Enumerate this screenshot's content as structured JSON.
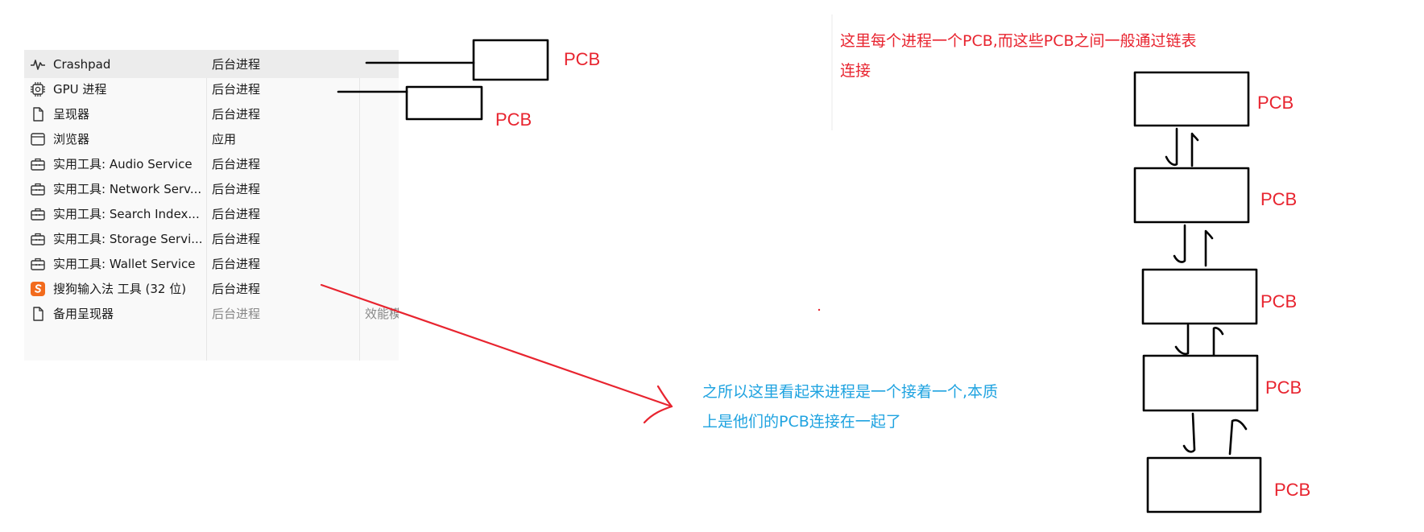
{
  "process_list": {
    "rows": [
      {
        "name": "Crashpad",
        "type": "后台进程",
        "extra": "",
        "icon": "pulse-icon",
        "selected": true
      },
      {
        "name": "GPU 进程",
        "type": "后台进程",
        "extra": "",
        "icon": "gpu-chip-icon"
      },
      {
        "name": "呈现器",
        "type": "后台进程",
        "extra": "",
        "icon": "document-icon"
      },
      {
        "name": "浏览器",
        "type": "应用",
        "extra": "",
        "icon": "browser-window-icon"
      },
      {
        "name": "实用工具: Audio Service",
        "type": "后台进程",
        "extra": "",
        "icon": "toolbox-icon"
      },
      {
        "name": "实用工具: Network Serv...",
        "type": "后台进程",
        "extra": "",
        "icon": "toolbox-icon"
      },
      {
        "name": "实用工具: Search Index...",
        "type": "后台进程",
        "extra": "",
        "icon": "toolbox-icon"
      },
      {
        "name": "实用工具: Storage Servi...",
        "type": "后台进程",
        "extra": "",
        "icon": "toolbox-icon"
      },
      {
        "name": "实用工具: Wallet Service",
        "type": "后台进程",
        "extra": "",
        "icon": "toolbox-icon"
      },
      {
        "name": "搜狗输入法 工具 (32 位)",
        "type": "后台进程",
        "extra": "",
        "icon": "sogou-icon"
      },
      {
        "name": "备用呈现器",
        "type": "后台进程",
        "extra": "效能模",
        "icon": "document-icon",
        "dim": true
      }
    ]
  },
  "annotations": {
    "pcb_label": "PCB",
    "linked_list_note_line1": "这里每个进程一个PCB,而这些PCB之间一般通过链表",
    "linked_list_note_line2": "连接",
    "sequence_note_line1": "之所以这里看起来进程是一个接着一个,本质",
    "sequence_note_line2": "上是他们的PCB连接在一起了"
  },
  "colors": {
    "annotation_red": "#e8242f",
    "annotation_blue": "#1fa3e0",
    "sogou_orange": "#f26b1d",
    "selected_row": "#ececec",
    "panel_bg": "#f9f9f9"
  }
}
